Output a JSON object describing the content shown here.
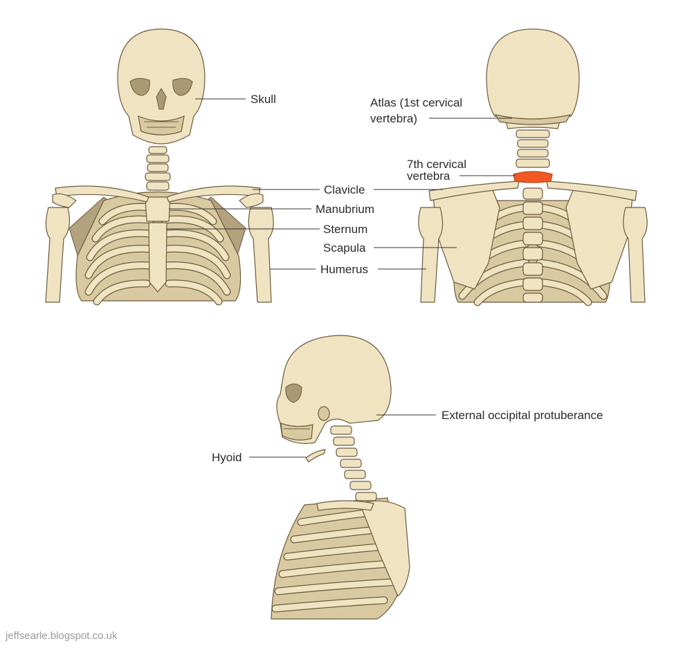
{
  "labels": {
    "skull": "Skull",
    "atlas_line1": "Atlas (1st cervical",
    "atlas_line2": "vertebra)",
    "c7_line1": "7th cervical",
    "c7_line2": "vertebra",
    "clavicle": "Clavicle",
    "manubrium": "Manubrium",
    "sternum": "Sternum",
    "scapula": "Scapula",
    "humerus": "Humerus",
    "occipital": "External occipital protuberance",
    "hyoid": "Hyoid"
  },
  "credit": "jeffsearle.blogspot.co.uk",
  "colors": {
    "bone": "#efe3c1",
    "outline": "#6b5a3e",
    "shadow": "#b3a27e",
    "highlight": "#f05a22"
  }
}
